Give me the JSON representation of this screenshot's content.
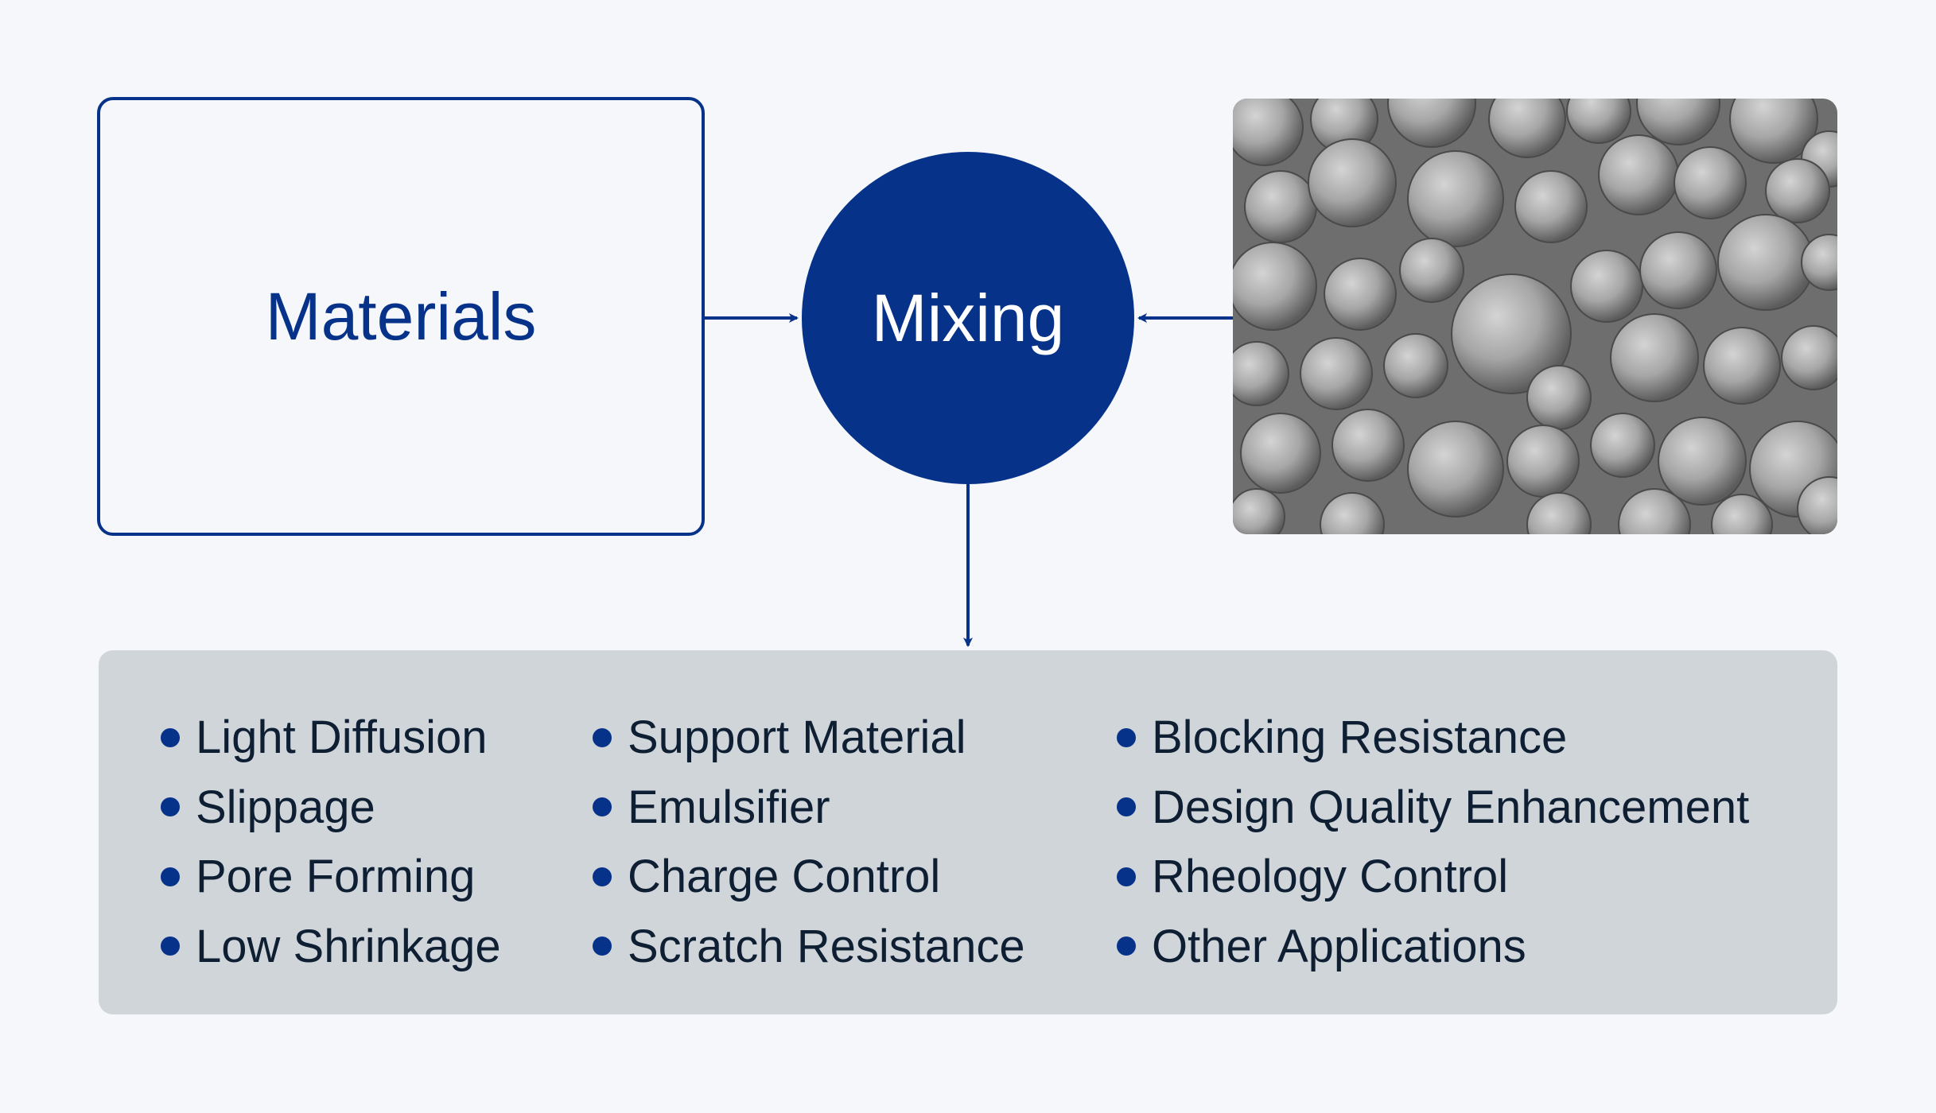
{
  "diagram": {
    "materials": {
      "label": "Materials"
    },
    "mixing": {
      "label": "Mixing"
    },
    "image": {
      "description_icon": "microspheres-photo-icon"
    },
    "applications": {
      "columns": [
        [
          "Light Diffusion",
          "Slippage",
          "Pore Forming",
          "Low Shrinkage"
        ],
        [
          "Support Material",
          "Emulsifier",
          "Charge Control",
          "Scratch Resistance"
        ],
        [
          "Blocking Resistance",
          "Design Quality Enhancement",
          "Rheology Control",
          "Other Applications"
        ]
      ]
    }
  },
  "colors": {
    "page_background": "#f5f7fa",
    "primary_blue": "#06328a",
    "panel_gray": "#d0d5da",
    "text_dark": "#0f1f33",
    "image_background": "#6e6e6e"
  }
}
